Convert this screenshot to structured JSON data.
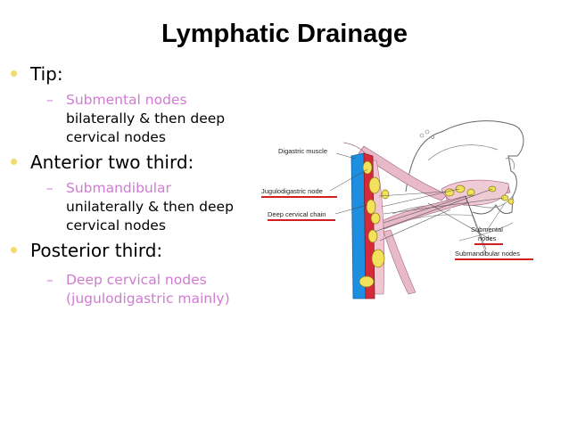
{
  "slide": {
    "title": "Lymphatic Drainage",
    "bullets": [
      {
        "heading": "Tip:",
        "sub": {
          "highlight": "Submental nodes",
          "lines": [
            "bilaterally & then deep",
            "cervical nodes"
          ]
        }
      },
      {
        "heading": "Anterior two third:",
        "sub": {
          "highlight": "Submandibular",
          "lines": [
            "unilaterally & then deep",
            "cervical nodes"
          ]
        }
      },
      {
        "heading": "Posterior third:",
        "sub": {
          "highlight_lines": [
            "Deep cervical nodes",
            "(jugulodigastric mainly)"
          ]
        }
      }
    ]
  },
  "figure": {
    "labels": {
      "digastric": "Digastric muscle",
      "jugulodigastric": "Jugulodigastric node",
      "deep_cervical": "Deep cervical chain",
      "submental_1": "Submental",
      "submental_2": "nodes",
      "submandibular": "Submandibular nodes"
    }
  },
  "colors": {
    "bullet": "#f5d96b",
    "highlight": "#d27ad2",
    "vein": "#1e8fe0",
    "artery": "#d42a3a",
    "node": "#f2e15a",
    "muscle": "#e8b9c8",
    "underline": "#cc0000"
  }
}
